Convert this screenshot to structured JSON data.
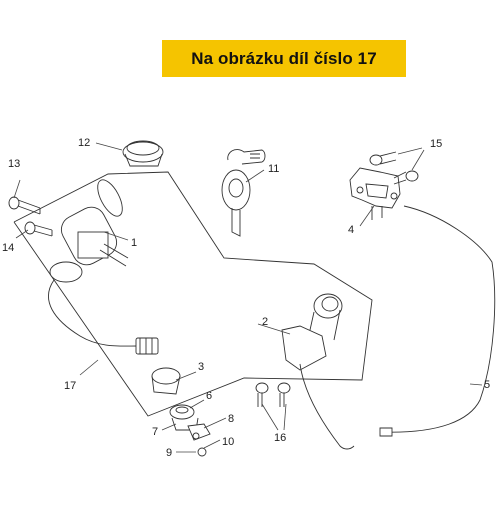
{
  "banner": {
    "text": "Na obrázku díl číslo 17",
    "color": "#f5c400"
  },
  "callouts": [
    {
      "id": "c1",
      "label": "1"
    },
    {
      "id": "c2",
      "label": "2"
    },
    {
      "id": "c3",
      "label": "3"
    },
    {
      "id": "c4",
      "label": "4"
    },
    {
      "id": "c5",
      "label": "5"
    },
    {
      "id": "c6",
      "label": "6"
    },
    {
      "id": "c7",
      "label": "7"
    },
    {
      "id": "c8",
      "label": "8"
    },
    {
      "id": "c9",
      "label": "9"
    },
    {
      "id": "c10",
      "label": "10"
    },
    {
      "id": "c11",
      "label": "11"
    },
    {
      "id": "c12",
      "label": "12"
    },
    {
      "id": "c13",
      "label": "13"
    },
    {
      "id": "c14",
      "label": "14"
    },
    {
      "id": "c15",
      "label": "15"
    },
    {
      "id": "c16",
      "label": "16"
    },
    {
      "id": "c17",
      "label": "17"
    }
  ]
}
